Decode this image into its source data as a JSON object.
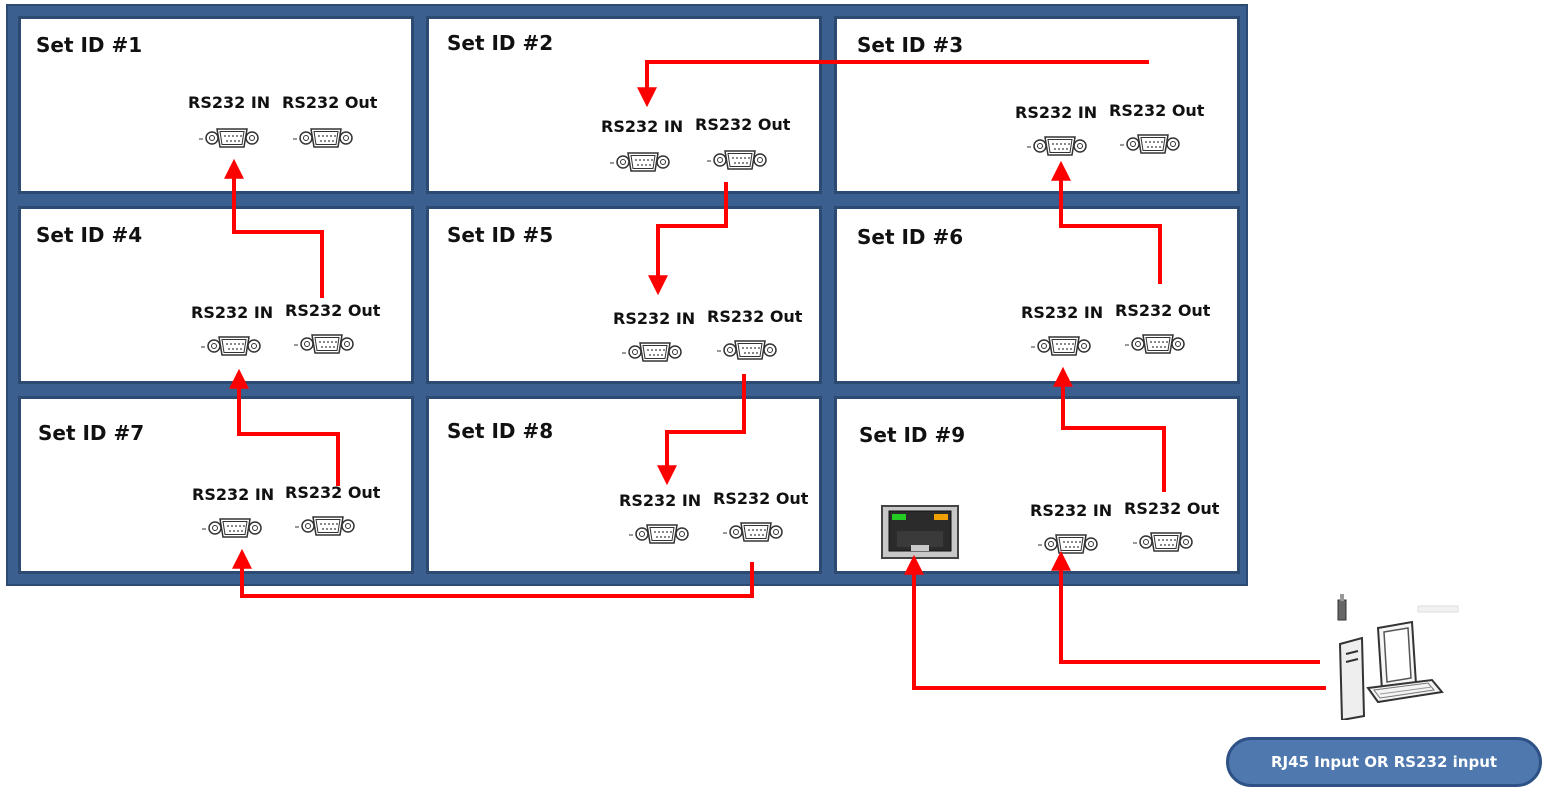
{
  "panels": [
    {
      "title": "Set ID #1",
      "in_label": "RS232 IN",
      "out_label": "RS232 Out"
    },
    {
      "title": "Set ID #2",
      "in_label": "RS232 IN",
      "out_label": "RS232 Out"
    },
    {
      "title": "Set ID #3",
      "in_label": "RS232 IN",
      "out_label": "RS232 Out"
    },
    {
      "title": "Set ID #4",
      "in_label": "RS232 IN",
      "out_label": "RS232 Out"
    },
    {
      "title": "Set ID #5",
      "in_label": "RS232 IN",
      "out_label": "RS232 Out"
    },
    {
      "title": "Set ID #6",
      "in_label": "RS232 IN",
      "out_label": "RS232 Out"
    },
    {
      "title": "Set ID #7",
      "in_label": "RS232 IN",
      "out_label": "RS232 Out"
    },
    {
      "title": "Set ID #8",
      "in_label": "RS232 IN",
      "out_label": "RS232 Out"
    },
    {
      "title": "Set ID #9",
      "in_label": "RS232 IN",
      "out_label": "RS232 Out"
    }
  ],
  "input_label": "RJ45 Input OR RS232 input",
  "colors": {
    "wall_frame": "#3b5f8e",
    "cable": "#ff0000",
    "input_pill": "#4e78ae"
  },
  "icons": {
    "serial_port": "db9-port-icon",
    "network_port": "rj45-port-icon",
    "computer": "desktop-computer-icon"
  }
}
